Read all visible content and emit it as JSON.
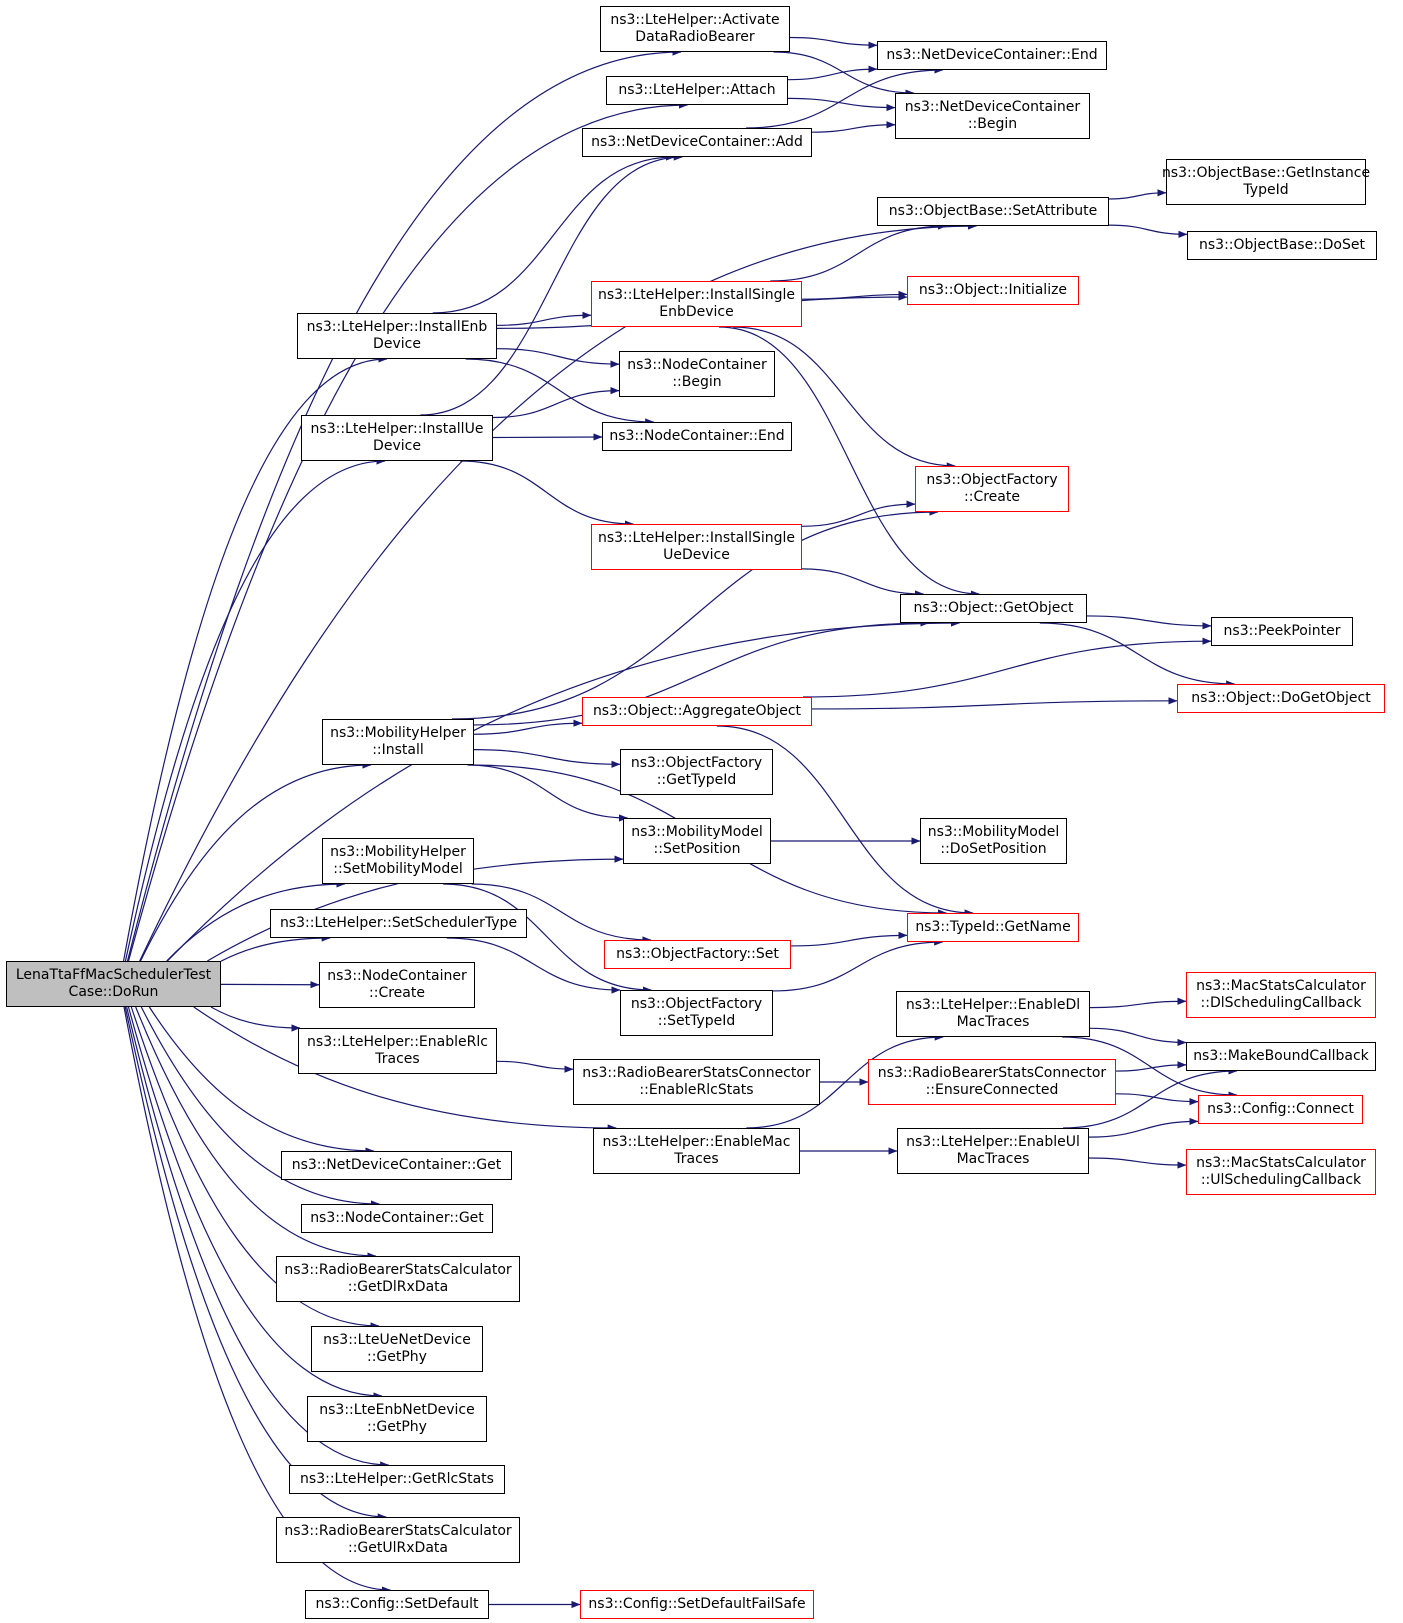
{
  "colors": {
    "edge": "#191970",
    "node_border": "#000000",
    "truncated_border": "#ff0000",
    "root_fill": "#bfbfbf"
  },
  "nodes": [
    {
      "id": "root",
      "label": "LenaTtaFfMacSchedulerTest\nCase::DoRun",
      "root": true
    },
    {
      "id": "activate",
      "label": "ns3::LteHelper::Activate\nDataRadioBearer"
    },
    {
      "id": "attach",
      "label": "ns3::LteHelper::Attach"
    },
    {
      "id": "ndcadd",
      "label": "ns3::NetDeviceContainer::Add"
    },
    {
      "id": "ndcend",
      "label": "ns3::NetDeviceContainer::End"
    },
    {
      "id": "ndcbegin",
      "label": "ns3::NetDeviceContainer\n::Begin"
    },
    {
      "id": "setattr",
      "label": "ns3::ObjectBase::SetAttribute"
    },
    {
      "id": "getinst",
      "label": "ns3::ObjectBase::GetInstance\nTypeId"
    },
    {
      "id": "doset",
      "label": "ns3::ObjectBase::DoSet"
    },
    {
      "id": "instenb",
      "label": "ns3::LteHelper::InstallEnb\nDevice"
    },
    {
      "id": "instsenb",
      "label": "ns3::LteHelper::InstallSingle\nEnbDevice",
      "red": true
    },
    {
      "id": "objinit",
      "label": "ns3::Object::Initialize",
      "red": true
    },
    {
      "id": "ncbegin",
      "label": "ns3::NodeContainer\n::Begin"
    },
    {
      "id": "instue",
      "label": "ns3::LteHelper::InstallUe\nDevice"
    },
    {
      "id": "ncend",
      "label": "ns3::NodeContainer::End"
    },
    {
      "id": "ofcreate",
      "label": "ns3::ObjectFactory\n::Create",
      "red": true
    },
    {
      "id": "instsue",
      "label": "ns3::LteHelper::InstallSingle\nUeDevice",
      "red": true
    },
    {
      "id": "getobj",
      "label": "ns3::Object::GetObject"
    },
    {
      "id": "peek",
      "label": "ns3::PeekPointer"
    },
    {
      "id": "dogetobj",
      "label": "ns3::Object::DoGetObject",
      "red": true
    },
    {
      "id": "aggobj",
      "label": "ns3::Object::AggregateObject",
      "red": true
    },
    {
      "id": "mobinst",
      "label": "ns3::MobilityHelper\n::Install"
    },
    {
      "id": "ofgettype",
      "label": "ns3::ObjectFactory\n::GetTypeId"
    },
    {
      "id": "mmsetpos",
      "label": "ns3::MobilityModel\n::SetPosition"
    },
    {
      "id": "mmdosetpos",
      "label": "ns3::MobilityModel\n::DoSetPosition"
    },
    {
      "id": "mobsetmodel",
      "label": "ns3::MobilityHelper\n::SetMobilityModel"
    },
    {
      "id": "tidgetname",
      "label": "ns3::TypeId::GetName",
      "red": true
    },
    {
      "id": "setsched",
      "label": "ns3::LteHelper::SetSchedulerType"
    },
    {
      "id": "ofset",
      "label": "ns3::ObjectFactory::Set",
      "red": true
    },
    {
      "id": "nccreate",
      "label": "ns3::NodeContainer\n::Create"
    },
    {
      "id": "ofsettype",
      "label": "ns3::ObjectFactory\n::SetTypeId"
    },
    {
      "id": "enabledl",
      "label": "ns3::LteHelper::EnableDl\nMacTraces"
    },
    {
      "id": "dlsched",
      "label": "ns3::MacStatsCalculator\n::DlSchedulingCallback",
      "red": true
    },
    {
      "id": "enablerlc",
      "label": "ns3::LteHelper::EnableRlc\nTraces"
    },
    {
      "id": "rbscrlc",
      "label": "ns3::RadioBearerStatsConnector\n::EnableRlcStats"
    },
    {
      "id": "rbscconn",
      "label": "ns3::RadioBearerStatsConnector\n::EnsureConnected",
      "red": true
    },
    {
      "id": "mkbound",
      "label": "ns3::MakeBoundCallback"
    },
    {
      "id": "cfgconn",
      "label": "ns3::Config::Connect",
      "red": true
    },
    {
      "id": "enablemac",
      "label": "ns3::LteHelper::EnableMac\nTraces"
    },
    {
      "id": "enableul",
      "label": "ns3::LteHelper::EnableUl\nMacTraces"
    },
    {
      "id": "ulsched",
      "label": "ns3::MacStatsCalculator\n::UlSchedulingCallback",
      "red": true
    },
    {
      "id": "ndcget",
      "label": "ns3::NetDeviceContainer::Get"
    },
    {
      "id": "ncget",
      "label": "ns3::NodeContainer::Get"
    },
    {
      "id": "getdlrx",
      "label": "ns3::RadioBearerStatsCalculator\n::GetDlRxData"
    },
    {
      "id": "uegetphy",
      "label": "ns3::LteUeNetDevice\n::GetPhy"
    },
    {
      "id": "enbgetphy",
      "label": "ns3::LteEnbNetDevice\n::GetPhy"
    },
    {
      "id": "getrlc",
      "label": "ns3::LteHelper::GetRlcStats"
    },
    {
      "id": "getulrx",
      "label": "ns3::RadioBearerStatsCalculator\n::GetUlRxData"
    },
    {
      "id": "cfgsetdef",
      "label": "ns3::Config::SetDefault"
    },
    {
      "id": "cfgsetdeffs",
      "label": "ns3::Config::SetDefaultFailSafe",
      "red": true
    }
  ],
  "edges": [
    [
      "root",
      "activate"
    ],
    [
      "root",
      "attach"
    ],
    [
      "root",
      "setattr"
    ],
    [
      "root",
      "instenb"
    ],
    [
      "root",
      "instue"
    ],
    [
      "root",
      "getobj"
    ],
    [
      "root",
      "mobinst"
    ],
    [
      "root",
      "mmsetpos"
    ],
    [
      "root",
      "mobsetmodel"
    ],
    [
      "root",
      "setsched"
    ],
    [
      "root",
      "nccreate"
    ],
    [
      "root",
      "enablerlc"
    ],
    [
      "root",
      "enablemac"
    ],
    [
      "root",
      "ndcget"
    ],
    [
      "root",
      "ncget"
    ],
    [
      "root",
      "getdlrx"
    ],
    [
      "root",
      "uegetphy"
    ],
    [
      "root",
      "enbgetphy"
    ],
    [
      "root",
      "getrlc"
    ],
    [
      "root",
      "getulrx"
    ],
    [
      "root",
      "cfgsetdef"
    ],
    [
      "activate",
      "ndcend"
    ],
    [
      "activate",
      "ndcbegin"
    ],
    [
      "attach",
      "ndcend"
    ],
    [
      "attach",
      "ndcbegin"
    ],
    [
      "ndcadd",
      "ndcend"
    ],
    [
      "ndcadd",
      "ndcbegin"
    ],
    [
      "setattr",
      "getinst"
    ],
    [
      "setattr",
      "doset"
    ],
    [
      "instenb",
      "ndcadd"
    ],
    [
      "instenb",
      "objinit"
    ],
    [
      "instenb",
      "instsenb"
    ],
    [
      "instenb",
      "ncbegin"
    ],
    [
      "instenb",
      "ncend"
    ],
    [
      "instsenb",
      "setattr"
    ],
    [
      "instsenb",
      "objinit"
    ],
    [
      "instsenb",
      "ofcreate"
    ],
    [
      "instsenb",
      "getobj"
    ],
    [
      "instue",
      "ndcadd"
    ],
    [
      "instue",
      "ncbegin"
    ],
    [
      "instue",
      "ncend"
    ],
    [
      "instue",
      "instsue"
    ],
    [
      "instsue",
      "ofcreate"
    ],
    [
      "instsue",
      "getobj"
    ],
    [
      "getobj",
      "peek"
    ],
    [
      "getobj",
      "dogetobj"
    ],
    [
      "aggobj",
      "peek"
    ],
    [
      "aggobj",
      "dogetobj"
    ],
    [
      "aggobj",
      "tidgetname"
    ],
    [
      "mobinst",
      "ofcreate"
    ],
    [
      "mobinst",
      "getobj"
    ],
    [
      "mobinst",
      "aggobj"
    ],
    [
      "mobinst",
      "ofgettype"
    ],
    [
      "mobinst",
      "mmsetpos"
    ],
    [
      "mobinst",
      "tidgetname"
    ],
    [
      "mmsetpos",
      "mmdosetpos"
    ],
    [
      "mobsetmodel",
      "ofset"
    ],
    [
      "mobsetmodel",
      "ofsettype"
    ],
    [
      "setsched",
      "ofsettype"
    ],
    [
      "ofset",
      "tidgetname"
    ],
    [
      "ofsettype",
      "tidgetname"
    ],
    [
      "enablerlc",
      "rbscrlc"
    ],
    [
      "rbscrlc",
      "rbscconn"
    ],
    [
      "rbscconn",
      "mkbound"
    ],
    [
      "rbscconn",
      "cfgconn"
    ],
    [
      "enablemac",
      "enabledl"
    ],
    [
      "enablemac",
      "enableul"
    ],
    [
      "enabledl",
      "dlsched"
    ],
    [
      "enabledl",
      "mkbound"
    ],
    [
      "enabledl",
      "cfgconn"
    ],
    [
      "enableul",
      "mkbound"
    ],
    [
      "enableul",
      "cfgconn"
    ],
    [
      "enableul",
      "ulsched"
    ],
    [
      "cfgsetdef",
      "cfgsetdeffs"
    ]
  ]
}
